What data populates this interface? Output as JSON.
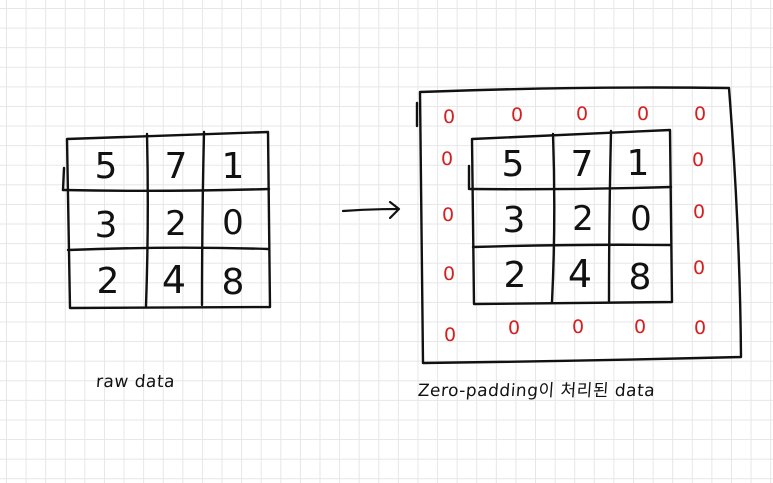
{
  "raw_grid": {
    "caption": "raw data",
    "values": [
      "5",
      "7",
      "1",
      "3",
      "2",
      "0",
      "2",
      "4",
      "8"
    ]
  },
  "padded_grid": {
    "caption": "Zero-padding이 처리된 data",
    "values": [
      "5",
      "7",
      "1",
      "3",
      "2",
      "0",
      "2",
      "4",
      "8"
    ],
    "pad_value": "0"
  },
  "colors": {
    "ink": "#111111",
    "pad": "#d42020",
    "grid": "#e6e6e6"
  },
  "icons": {
    "arrow": "right-arrow-icon"
  }
}
